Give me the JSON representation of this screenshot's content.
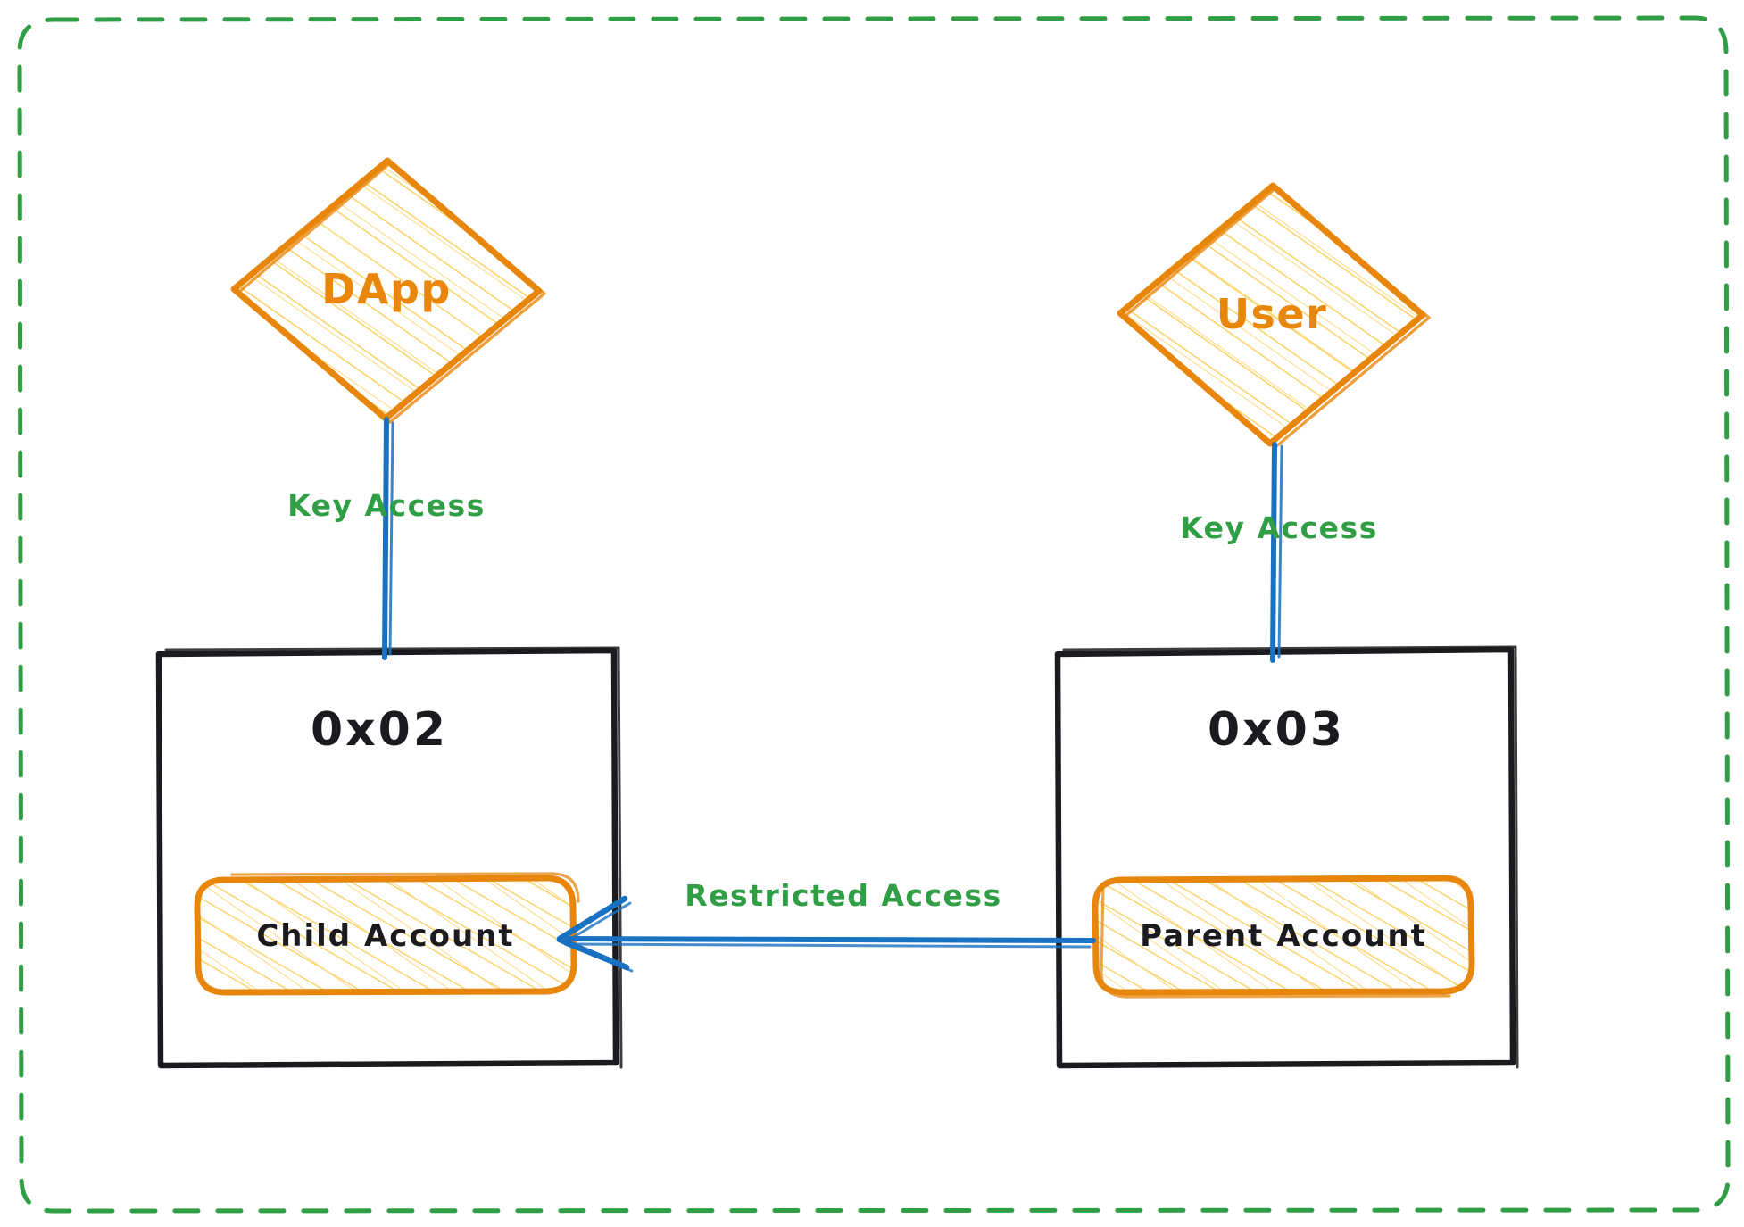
{
  "diagram": {
    "title": "Child Account Restricted Access Diagram",
    "background": "#ffffff",
    "frame": {
      "name": "outer-dashed-frame",
      "stroke_color": "#2f9e44",
      "style": "dashed",
      "corner_radius": 36
    },
    "colors": {
      "orange_stroke": "#e8860c",
      "orange_hatch": "#fbd36b",
      "black_stroke": "#1b1b1f",
      "blue_arrow": "#1971c2",
      "green_label": "#2f9e44",
      "white_fill": "#ffffff"
    },
    "nodes": {
      "dapp": {
        "shape": "diamond",
        "label": "DApp",
        "fill": "hatched-yellow",
        "stroke": "#e8860c"
      },
      "user": {
        "shape": "diamond",
        "label": "User",
        "fill": "hatched-yellow",
        "stroke": "#e8860c"
      },
      "child_box": {
        "shape": "rectangle",
        "label": "0x02",
        "stroke": "#1b1b1f",
        "fill": "transparent"
      },
      "parent_box": {
        "shape": "rectangle",
        "label": "0x03",
        "stroke": "#1b1b1f",
        "fill": "transparent"
      },
      "child_account_pill": {
        "shape": "rounded-rectangle",
        "label": "Child Account",
        "stroke": "#e8860c",
        "fill": "hatched-yellow"
      },
      "parent_account_pill": {
        "shape": "rounded-rectangle",
        "label": "Parent Account",
        "stroke": "#e8860c",
        "fill": "hatched-yellow"
      }
    },
    "edges": [
      {
        "id": "dapp-to-child",
        "from": "dapp",
        "to": "child_box",
        "label": "Key Access",
        "color": "#1971c2",
        "arrowhead": "none",
        "direction": "down"
      },
      {
        "id": "user-to-parent",
        "from": "user",
        "to": "parent_box",
        "label": "Key Access",
        "color": "#1971c2",
        "arrowhead": "none",
        "direction": "down"
      },
      {
        "id": "parent-to-child",
        "from": "parent_account_pill",
        "to": "child_account_pill",
        "label": "Restricted Access",
        "color": "#1971c2",
        "arrowhead": "left",
        "direction": "left"
      }
    ]
  }
}
